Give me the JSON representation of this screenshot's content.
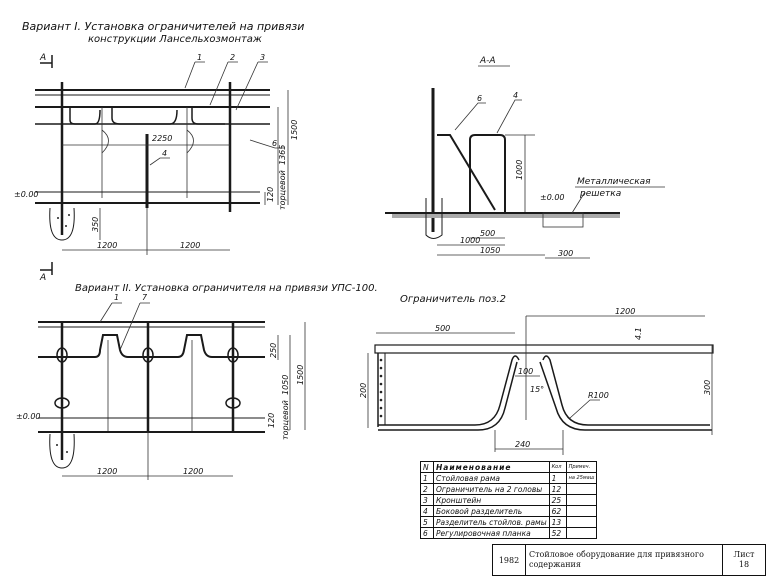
{
  "variant1": {
    "title_line1": "Вариант I. Установка ограничителей на привязи",
    "title_line2": "конструкции Лансельхозмонтаж",
    "section_marker": "А",
    "callouts": [
      "1",
      "2",
      "3",
      "4",
      "6"
    ],
    "dims": {
      "span_left": "1200",
      "span_right": "1200",
      "width_top": "2250",
      "foundation": "350",
      "height_total": "1500",
      "height_end": "1365",
      "end_label": "торцевой",
      "bottom_gap": "120",
      "level": "±0.00"
    }
  },
  "section_aa": {
    "title": "А-А",
    "callouts": [
      "6",
      "4"
    ],
    "dims": {
      "height": "1000",
      "level": "±0.00",
      "d500": "500",
      "d1000": "1000",
      "d1050": "1050",
      "d300": "300"
    },
    "grate_label_line1": "Металлическая",
    "grate_label_line2": "решетка"
  },
  "variant2": {
    "title": "Вариант II. Установка ограничителя на привязи УПС-100.",
    "callouts": [
      "1",
      "7"
    ],
    "dims": {
      "span_left": "1200",
      "span_right": "1200",
      "top_gap": "250",
      "height_end": "1050",
      "end_label": "торцевой",
      "height_total": "1500",
      "bottom_gap": "120",
      "level": "±0.00"
    }
  },
  "limiter": {
    "title": "Ограничитель поз.2",
    "dims": {
      "left_len": "500",
      "right_len": "1200",
      "height_left": "200",
      "height_right": "300",
      "gap": "100",
      "angle": "15°",
      "radius": "R100",
      "bottom": "240",
      "small": "4.1"
    }
  },
  "spec_table": {
    "headers": [
      "N",
      "Наименование",
      "Кол",
      "Примеч."
    ],
    "rows": [
      [
        "1",
        "Стойловая рама",
        "1",
        "на 25маш"
      ],
      [
        "2",
        "Ограничитель на 2 головы",
        "12",
        ""
      ],
      [
        "3",
        "Кронштейн",
        "25",
        ""
      ],
      [
        "4",
        "Боковой разделитель",
        "62",
        ""
      ],
      [
        "5",
        "Разделитель стойлов. рамы",
        "13",
        ""
      ],
      [
        "6",
        "Регулировочная планка",
        "52",
        ""
      ]
    ]
  },
  "title_block": {
    "year": "1982",
    "title": "Стойловое оборудование для привязного содержания",
    "sheet_label": "Лист",
    "sheet_no": "18"
  }
}
